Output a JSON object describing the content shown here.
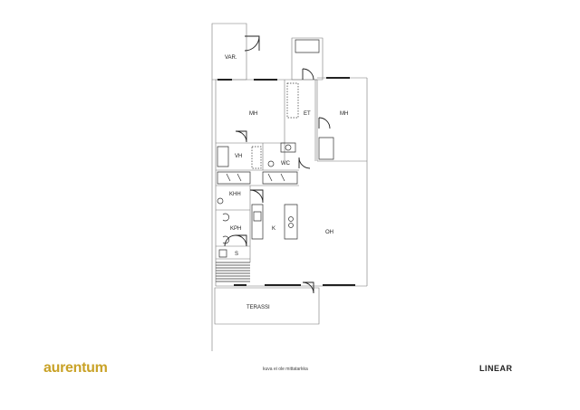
{
  "rooms": {
    "storage": "VAR.",
    "bedroom_left": "MH",
    "entrance": "ET",
    "bedroom_right": "MH",
    "washroom": "VH",
    "toilet": "WC",
    "utility": "KHH",
    "bathroom": "KPH",
    "kitchen": "K",
    "living_room": "OH",
    "sauna": "S",
    "terrace": "TERASSI"
  },
  "footer": {
    "brand": "aurentum",
    "disclaimer": "kuva ei ole mittatarkka",
    "partner": "LINEAR"
  },
  "colors": {
    "brand": "#c9a227",
    "wall": "#222222",
    "thin_line": "#888888"
  }
}
